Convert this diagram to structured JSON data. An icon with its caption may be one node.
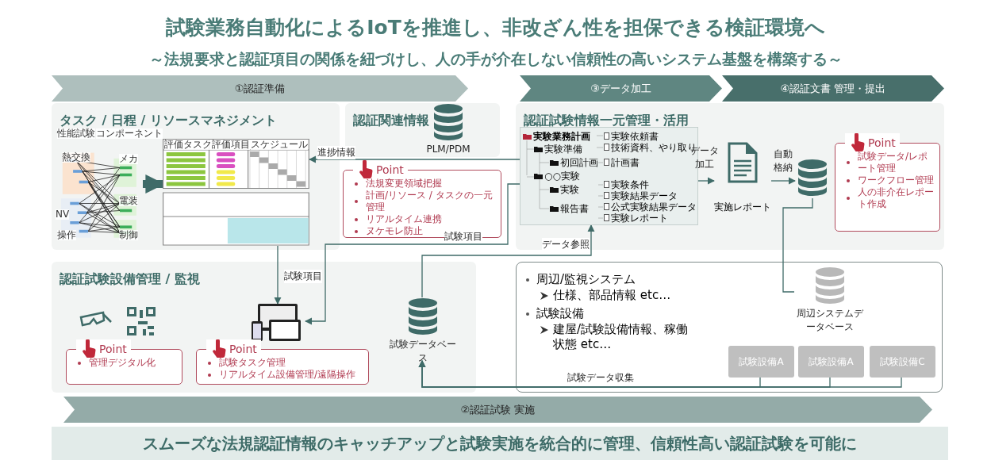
{
  "diagram": {
    "title": "試験業務自動化によるIoTを推進し、非改ざん性を担保できる検証環境へ",
    "caption": "スムーズな法規認証情報のキャッチアップと試験実施を統合的に管理、信頼性高い認証試験を可能に",
    "nodes": [
      {
        "text": [
          "①認証準備"
        ]
      },
      {
        "text": [
          "③データ加工"
        ]
      },
      {
        "text": [
          "④認証文書 管理・提出"
        ]
      },
      {
        "text": [
          "タスク / 日程 / リソースマネジメント"
        ]
      },
      {
        "text": [],
        "shape": "picture",
        "in": 3
      },
      {
        "text": [],
        "shape": "picture",
        "in": 3
      },
      {
        "text": [
          "認証関連情報"
        ]
      },
      {
        "text": [
          "PLM/PDM"
        ],
        "in": 6
      },
      {
        "text": [
          "Point",
          "法規変更領域把握",
          "計画/リソース / タスクの一元管理",
          "リアルタイム連携",
          "ヌケモレ防止"
        ]
      },
      {
        "text": [
          "認証試験情報一元管理・活用"
        ]
      },
      {
        "text": [
          "実験業務計画",
          "実験準備",
          "初回計画",
          "○○実験",
          "実験",
          "報告書",
          "実験依頼書",
          "技術資料、やり取り",
          "計画書",
          "実験条件",
          "実験結果データ",
          "公式実験結果データ",
          "実験レポート"
        ],
        "in": 9
      },
      {
        "text": [
          "実施レポート"
        ],
        "in": 9
      },
      {
        "text": [],
        "shape": "cylinder",
        "in": 9
      },
      {
        "text": [
          "Point",
          "試験データ/レポート管理",
          "ワークフロー管理",
          "人の非介在レポート作成"
        ],
        "in": 9
      },
      {
        "text": [
          "認証試験設備管理 / 監視"
        ]
      },
      {
        "text": [
          "Point",
          "管理デジタル化"
        ],
        "in": 14
      },
      {
        "text": [],
        "shape": "picture",
        "in": 14
      },
      {
        "text": [
          "Point",
          "試験タスク管理",
          "リアルタイム設備管理/遠隔操作"
        ],
        "in": 14
      },
      {
        "text": [
          "試験データベース"
        ],
        "in": 14
      },
      {
        "text": [
          "周辺/監視システム",
          "仕様、部品情報 etc…",
          "試験設備",
          "建屋/試験設備情報、稼働状態 etc…"
        ]
      },
      {
        "text": [
          "周辺システムデータベース"
        ],
        "in": 19
      },
      {
        "text": [
          "試験設備A"
        ],
        "in": 19
      },
      {
        "text": [
          "試験設備A"
        ],
        "in": 19
      },
      {
        "text": [
          "試験設備C"
        ],
        "in": 19
      },
      {
        "text": [
          "②認証試験 実施"
        ]
      }
    ],
    "edges": [
      {
        "from": 4,
        "to": 5,
        "arrow": "to",
        "style": "thick"
      },
      {
        "from": 10,
        "to": 5,
        "arrow": "to",
        "label": "進捗情報"
      },
      {
        "from": 10,
        "to": 16,
        "arrow": "to",
        "label": "試験項目"
      },
      {
        "from": 5,
        "to": 16,
        "arrow": "to",
        "label": "試験項目"
      },
      {
        "from": 18,
        "to": 10,
        "arrow": "to",
        "label": "データ参照"
      },
      {
        "from": 10,
        "to": 11,
        "arrow": "to",
        "label": "データ加工"
      },
      {
        "from": 11,
        "to": 12,
        "arrow": "to",
        "label": "自動格納"
      },
      {
        "from": 12,
        "to": 20,
        "arrow": "none"
      },
      {
        "from": 21,
        "to": 18,
        "arrow": "to",
        "label": "試験データ収集"
      },
      {
        "from": 22,
        "to": 18,
        "arrow": "to"
      },
      {
        "from": 23,
        "to": 18,
        "arrow": "to"
      }
    ],
    "labels": [
      "～法規要求と認証項目の関係を紐づけし、人の手が介在しない信頼性の高いシステム基盤を構築する～",
      "性能試験",
      "コンポーネント",
      "熱交換",
      "メカ",
      "NV",
      "電装",
      "操作",
      "制御",
      "評価タスク",
      "評価項目",
      "スケジュール"
    ]
  }
}
